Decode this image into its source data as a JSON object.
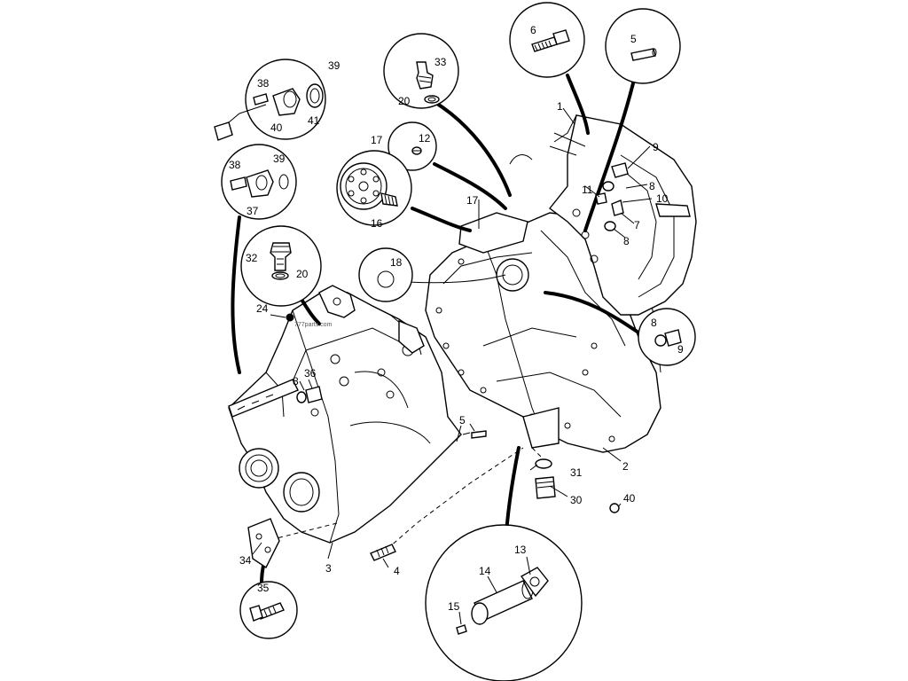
{
  "watermark": "777parts.com",
  "callouts": [
    {
      "id": "c-1",
      "text": "1"
    },
    {
      "id": "c-2",
      "text": "2"
    },
    {
      "id": "c-3",
      "text": "3"
    },
    {
      "id": "c-4",
      "text": "4"
    },
    {
      "id": "c-5a",
      "text": "5"
    },
    {
      "id": "c-5b",
      "text": "5"
    },
    {
      "id": "c-6",
      "text": "6"
    },
    {
      "id": "c-7",
      "text": "7"
    },
    {
      "id": "c-8a",
      "text": "8"
    },
    {
      "id": "c-8b",
      "text": "8"
    },
    {
      "id": "c-8c",
      "text": "8"
    },
    {
      "id": "c-8d",
      "text": "8"
    },
    {
      "id": "c-9a",
      "text": "9"
    },
    {
      "id": "c-9b",
      "text": "9"
    },
    {
      "id": "c-10",
      "text": "10"
    },
    {
      "id": "c-11",
      "text": "11"
    },
    {
      "id": "c-12",
      "text": "12"
    },
    {
      "id": "c-13",
      "text": "13"
    },
    {
      "id": "c-14",
      "text": "14"
    },
    {
      "id": "c-15",
      "text": "15"
    },
    {
      "id": "c-16",
      "text": "16"
    },
    {
      "id": "c-17a",
      "text": "17"
    },
    {
      "id": "c-17b",
      "text": "17"
    },
    {
      "id": "c-18",
      "text": "18"
    },
    {
      "id": "c-20a",
      "text": "20"
    },
    {
      "id": "c-20b",
      "text": "20"
    },
    {
      "id": "c-24",
      "text": "24"
    },
    {
      "id": "c-30",
      "text": "30"
    },
    {
      "id": "c-31",
      "text": "31"
    },
    {
      "id": "c-32",
      "text": "32"
    },
    {
      "id": "c-33",
      "text": "33"
    },
    {
      "id": "c-34",
      "text": "34"
    },
    {
      "id": "c-35",
      "text": "35"
    },
    {
      "id": "c-36",
      "text": "36"
    },
    {
      "id": "c-37",
      "text": "37"
    },
    {
      "id": "c-38a",
      "text": "38"
    },
    {
      "id": "c-38b",
      "text": "38"
    },
    {
      "id": "c-39a",
      "text": "39"
    },
    {
      "id": "c-39b",
      "text": "39"
    },
    {
      "id": "c-40a",
      "text": "40"
    },
    {
      "id": "c-40b",
      "text": "40"
    },
    {
      "id": "c-41",
      "text": "41"
    }
  ]
}
